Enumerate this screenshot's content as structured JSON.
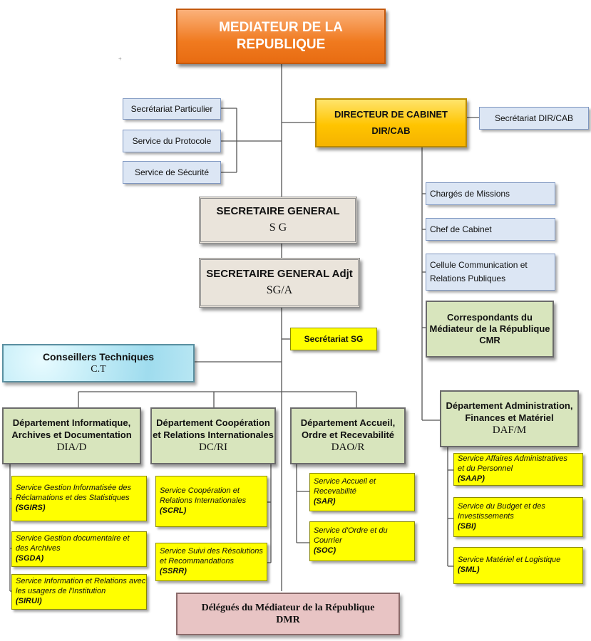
{
  "mediateur": {
    "line1": "MEDIATEUR DE LA",
    "line2": "REPUBLIQUE"
  },
  "left_services": [
    "Secrétariat Particulier",
    "Service du Protocole",
    "Service de Sécurité"
  ],
  "directeur": {
    "line1": "DIRECTEUR DE CABINET",
    "line2": "DIR/CAB"
  },
  "secretariat_dircab": "Secrétariat DIR/CAB",
  "cabinet_items": {
    "charges": "Chargés de Missions",
    "chef": "Chef de Cabinet",
    "cellule_1": "Cellule Communication et",
    "cellule_2": "Relations Publiques"
  },
  "correspondants": {
    "line1": "Correspondants du",
    "line2": "Médiateur de la République",
    "line3": "CMR"
  },
  "sg": {
    "line1": "SECRETAIRE GENERAL",
    "line2": "S G"
  },
  "sga": {
    "line1": "SECRETAIRE GENERAL Adjt",
    "line2": "SG/A"
  },
  "secretariat_sg": "Secrétariat SG",
  "conseillers": {
    "line1": "Conseillers Techniques",
    "line2": "C.T"
  },
  "dia": {
    "line1": "Département Informatique,",
    "line2": "Archives et Documentation",
    "abbr": "DIA/D"
  },
  "dcri": {
    "line1": "Département Coopération",
    "line2": "et Relations Internationales",
    "abbr": "DC/RI"
  },
  "dao": {
    "line1": "Département Accueil,",
    "line2": "Ordre et Recevabilité",
    "abbr": "DAO/R"
  },
  "daf": {
    "line1": "Département Administration,",
    "line2": "Finances et Matériel",
    "abbr": "DAF/M"
  },
  "dia_services": [
    {
      "l1": "Service Gestion Informatisée des",
      "l2": "Réclamations et des Statistiques",
      "abbr": "(SGIRS)"
    },
    {
      "l1": "Service Gestion documentaire et",
      "l2": "des Archives",
      "abbr": "(SGDA)"
    },
    {
      "l1": "Service Information et Relations avec",
      "l2": "les usagers de l'Institution",
      "abbr": "(SIRUI)"
    }
  ],
  "dcri_services": [
    {
      "l1": "Service Coopération  et",
      "l2": "Relations Internationales",
      "abbr": "(SCRL)"
    },
    {
      "l1": "Service  Suivi des Résolutions",
      "l2": "et Recommandations",
      "abbr": "(SSRR)"
    }
  ],
  "dao_services": [
    {
      "l1": "Service Accueil et",
      "l2": "Recevabilité",
      "abbr": "(SAR)"
    },
    {
      "l1": "Service d'Ordre et du",
      "l2": "Courrier",
      "abbr": "(SOC)"
    }
  ],
  "daf_services": [
    {
      "l1": "Service  Affaires Administratives",
      "l2": "et du Personnel",
      "abbr": "(SAAP)"
    },
    {
      "l1": "Service  du Budget et des",
      "l2": "Investissements",
      "abbr": "(SBI)"
    },
    {
      "l1": "Service  Matériel et Logistique",
      "l2": "",
      "abbr": "(SML)"
    }
  ],
  "delegues": {
    "line1": "Délégués du Médiateur de la République",
    "line2": "DMR"
  },
  "stray_mark": "+"
}
